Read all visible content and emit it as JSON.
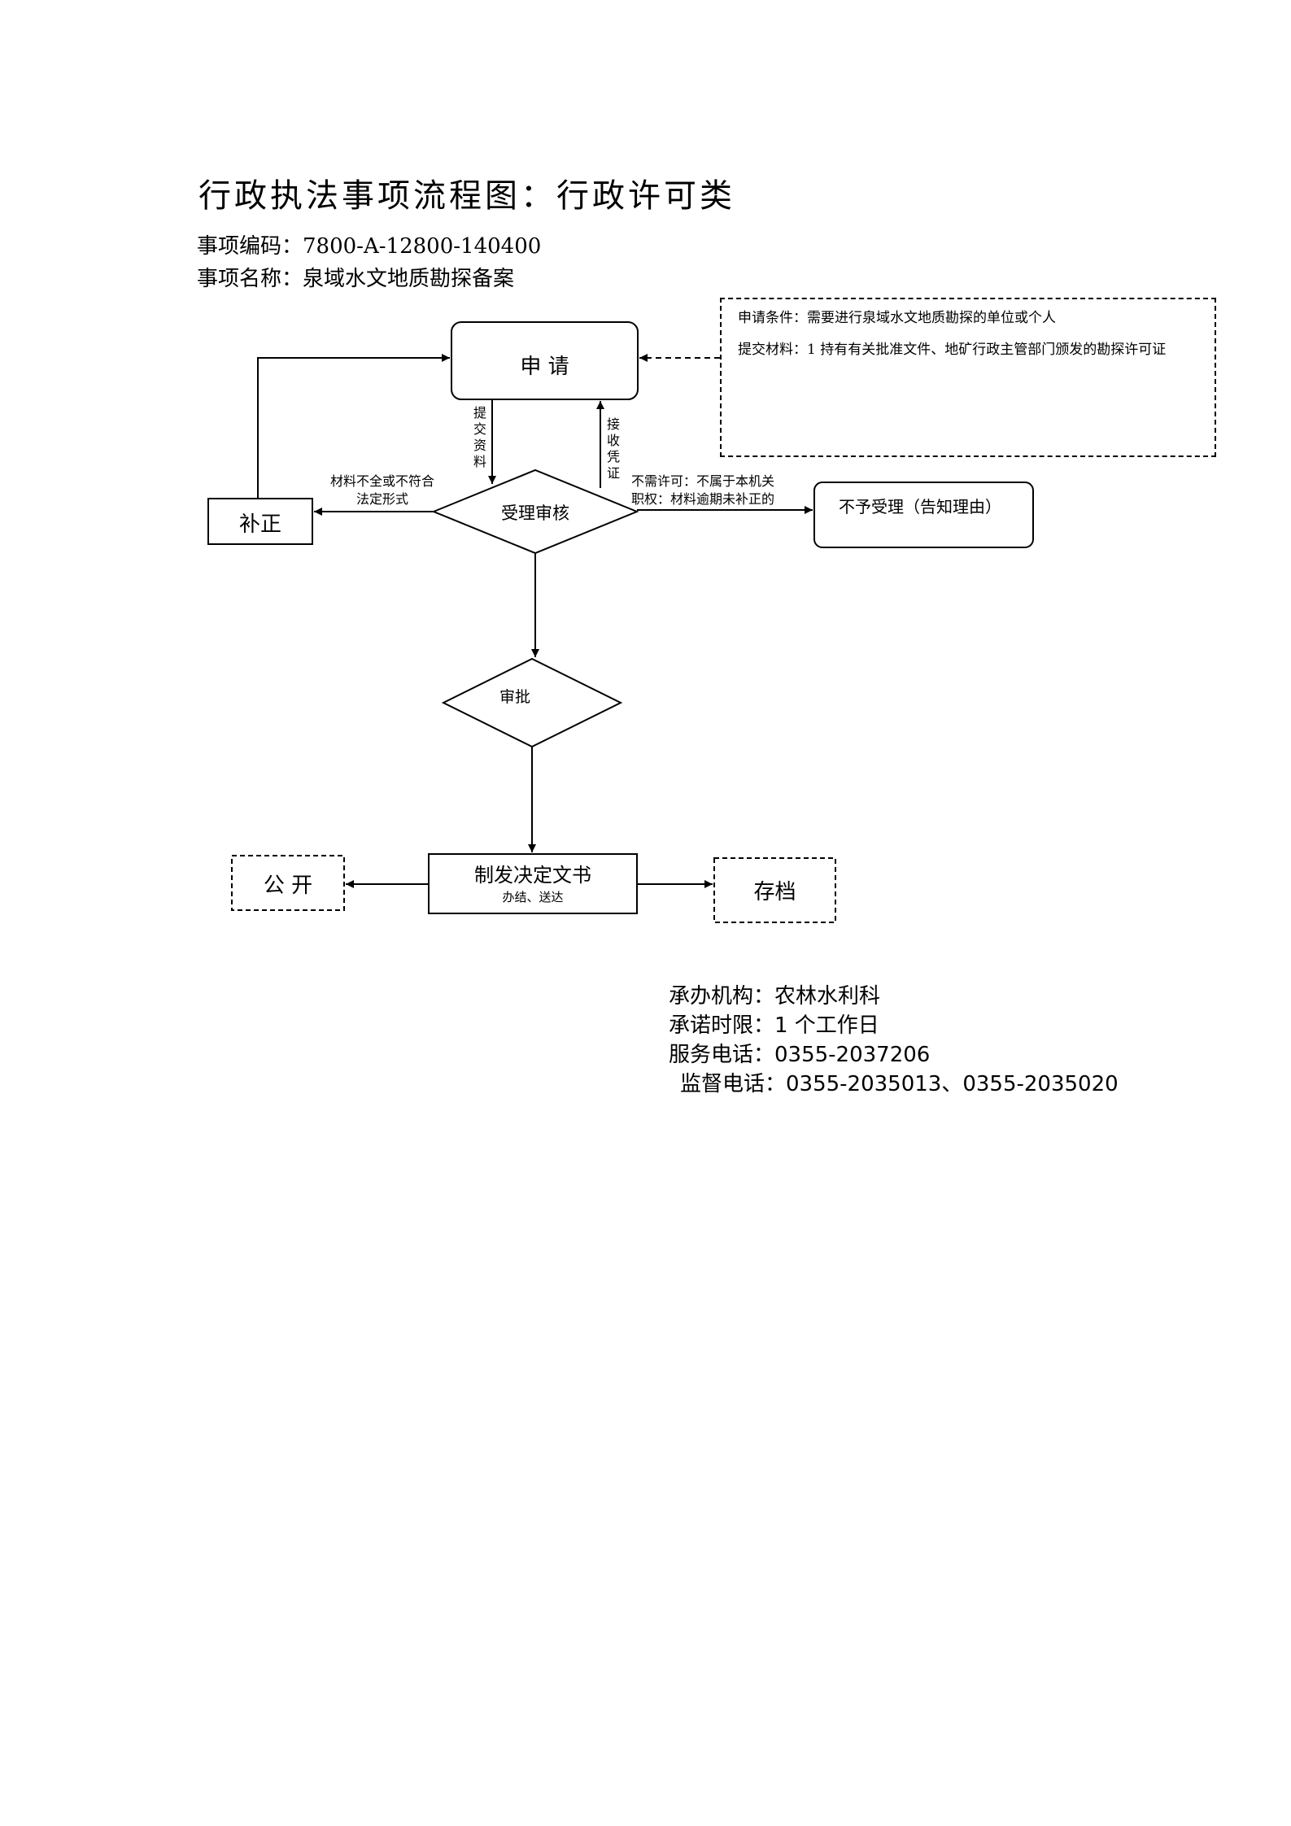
{
  "title": "行政执法事项流程图：行政许可类",
  "meta": {
    "code_label": "事项编码：",
    "code": "7800-A-12800-140400",
    "name_label": "事项名称：",
    "name": "泉域水文地质勘探备案"
  },
  "condition_box": {
    "condition": "申请条件：需要进行泉域水文地质勘探的单位或个人",
    "materials": "提交材料：1 持有有关批准文件、地矿行政主管部门颁发的勘探许可证"
  },
  "nodes": {
    "apply": "申 请",
    "review": "受理审核",
    "supplement": "补正",
    "reject": "不予受理（告知理由）",
    "approve": "审批",
    "decision": "制发决定文书",
    "decision_sub": "办结、送达",
    "publish": "公 开",
    "archive": "存档"
  },
  "edges": {
    "submit": "提交资料",
    "receipt": "接收凭证",
    "incomplete_1": "材料不全或不符合",
    "incomplete_2": "法定形式",
    "reject_1": "不需许可：不属于本机关",
    "reject_2": "职权：材料逾期未补正的"
  },
  "info": {
    "org": "承办机构：农林水利科",
    "time": "承诺时限：1 个工作日",
    "phone": "服务电话：0355-2037206",
    "supervise": "监督电话：0355-2035013、0355-2035020"
  }
}
